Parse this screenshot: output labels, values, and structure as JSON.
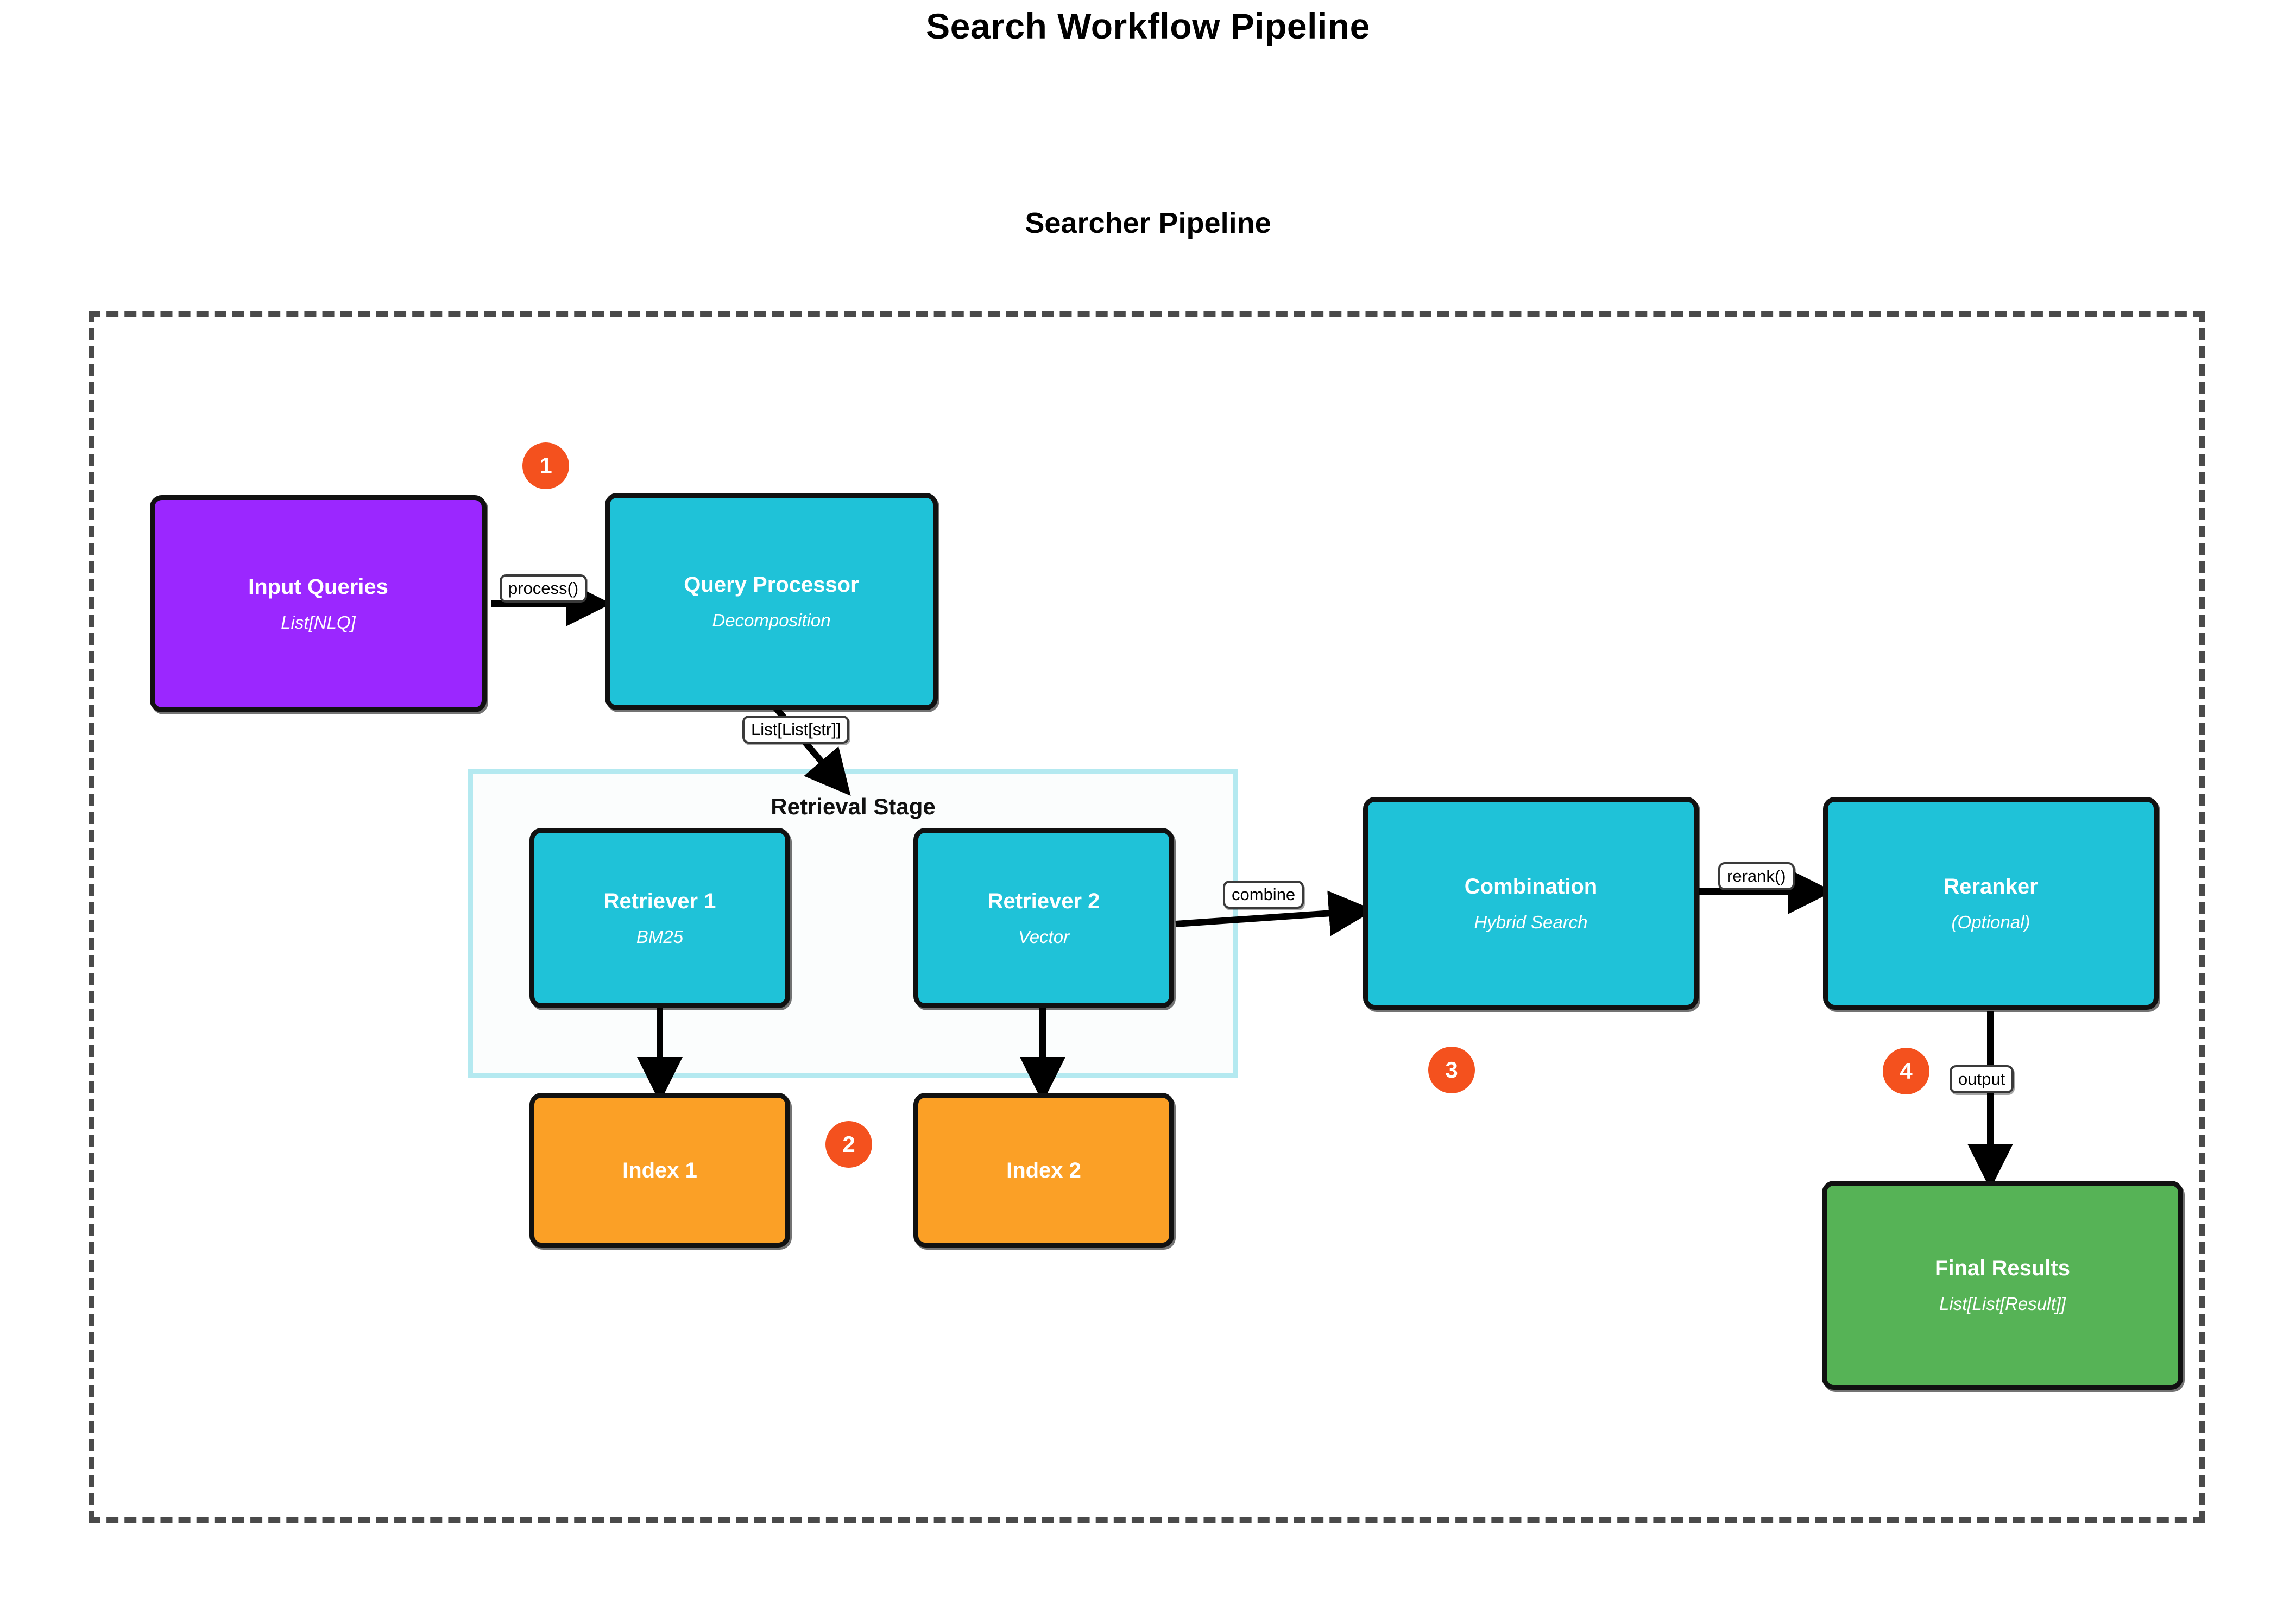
{
  "header": {
    "main_title": "Search Workflow Pipeline",
    "sub_title": "Searcher Pipeline"
  },
  "subgraph": {
    "label": "Retrieval Stage"
  },
  "nodes": [
    {
      "id": "input-queries",
      "title": "Input Queries",
      "subtitle": "List[NLQ]",
      "color": "#9b27ff"
    },
    {
      "id": "query-processor",
      "title": "Query Processor",
      "subtitle": "Decomposition",
      "color": "#1fc2d8"
    },
    {
      "id": "retriever-1",
      "title": "Retriever 1",
      "subtitle": "BM25",
      "color": "#1fc2d8"
    },
    {
      "id": "retriever-2",
      "title": "Retriever 2",
      "subtitle": "Vector",
      "color": "#1fc2d8"
    },
    {
      "id": "index-1",
      "title": "Index 1",
      "subtitle": "",
      "color": "#fba026"
    },
    {
      "id": "index-2",
      "title": "Index 2",
      "subtitle": "",
      "color": "#fba026"
    },
    {
      "id": "combination",
      "title": "Combination",
      "subtitle": "Hybrid Search",
      "color": "#1fc2d8"
    },
    {
      "id": "reranker",
      "title": "Reranker",
      "subtitle": "(Optional)",
      "color": "#1fc2d8"
    },
    {
      "id": "final-results",
      "title": "Final Results",
      "subtitle": "List[List[Result]]",
      "color": "#56b356"
    }
  ],
  "edge_labels": [
    {
      "id": "process",
      "text": "process()"
    },
    {
      "id": "decompose",
      "text": "List[List[str]]"
    },
    {
      "id": "combine",
      "text": "combine"
    },
    {
      "id": "rerank",
      "text": "rerank()"
    },
    {
      "id": "output",
      "text": "output"
    }
  ],
  "step_badges": [
    {
      "id": "step-1",
      "text": "1"
    },
    {
      "id": "step-2",
      "text": "2"
    },
    {
      "id": "step-3",
      "text": "3"
    },
    {
      "id": "step-4",
      "text": "4"
    }
  ],
  "colors": {
    "accent_orange": "#f4511e",
    "node_purple": "#9b27ff",
    "node_cyan": "#1fc2d8",
    "node_orange": "#fba026",
    "node_green": "#56b356",
    "frame_dash": "#4a4a4a",
    "subgraph_border": "#b4e9f0"
  }
}
